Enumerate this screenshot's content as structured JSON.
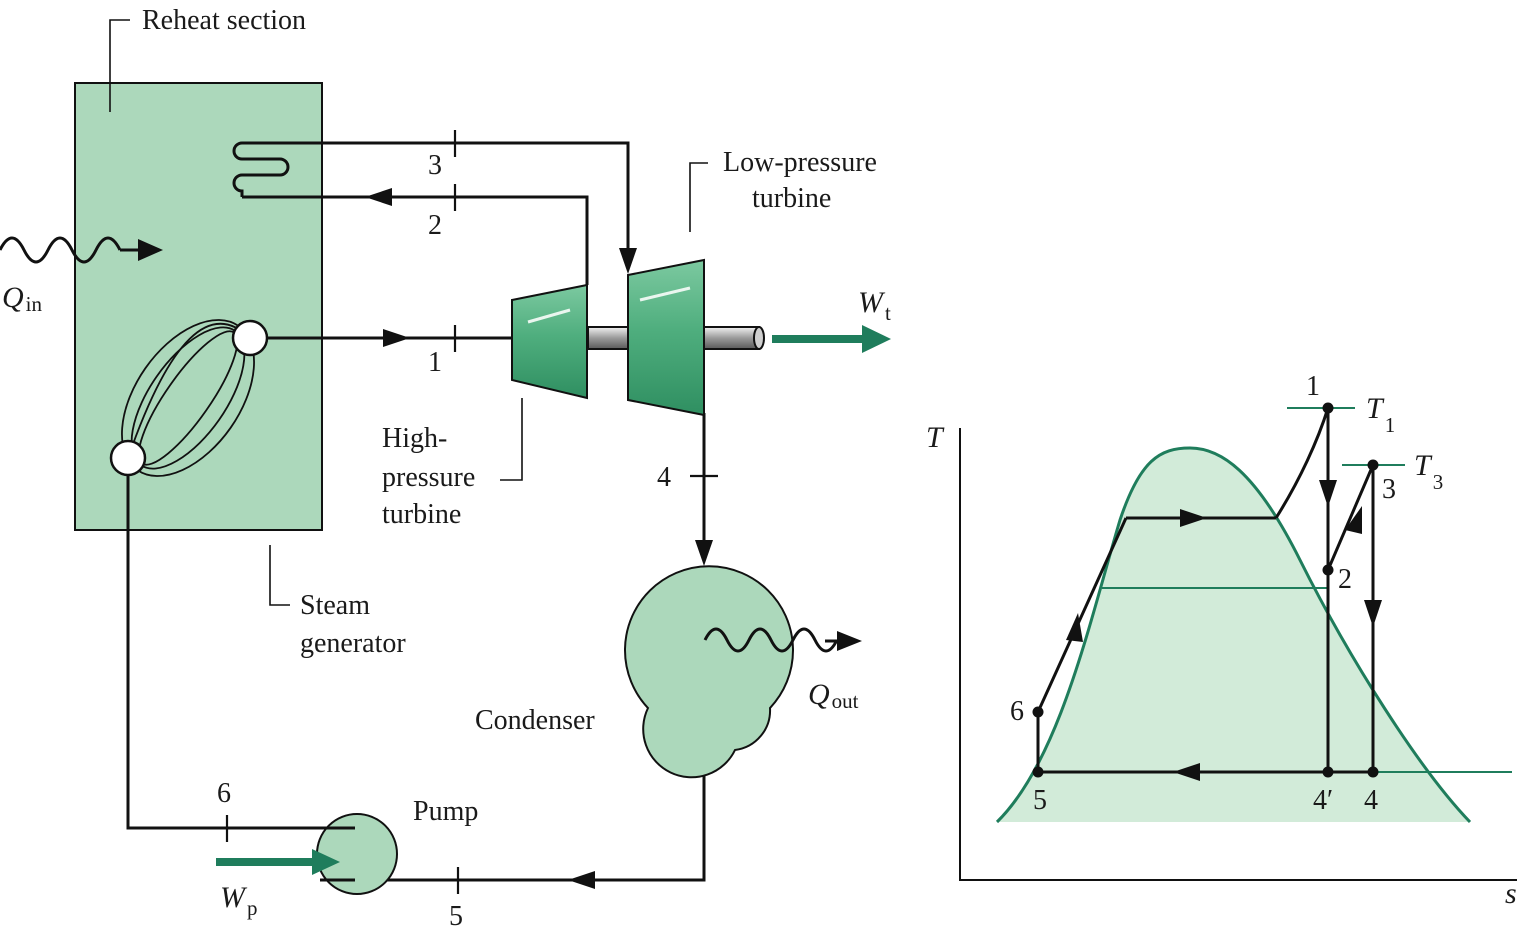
{
  "labels": {
    "reheat_section": "Reheat section",
    "low_pressure_turbine_line1": "Low-pressure",
    "low_pressure_turbine_line2": "turbine",
    "high_pressure_turbine_line1": "High-",
    "high_pressure_turbine_line2": "pressure",
    "high_pressure_turbine_line3": "turbine",
    "steam_generator_line1": "Steam",
    "steam_generator_line2": "generator",
    "condenser": "Condenser",
    "pump": "Pump"
  },
  "symbols": {
    "q_in": {
      "main": "Q",
      "sub": "in"
    },
    "q_out": {
      "main": "Q",
      "sub": "out"
    },
    "w_t": {
      "main": "W",
      "sub": "t"
    },
    "w_p": {
      "main": "W",
      "sub": "p"
    }
  },
  "states": {
    "s1": "1",
    "s2": "2",
    "s3": "3",
    "s4": "4",
    "s5": "5",
    "s6": "6"
  },
  "ts_diagram": {
    "y_axis": "T",
    "x_axis": "s",
    "t1": {
      "main": "T",
      "sub": "1"
    },
    "t3": {
      "main": "T",
      "sub": "3"
    },
    "points": {
      "p1": "1",
      "p2": "2",
      "p3": "3",
      "p4": "4",
      "p4prime": "4′",
      "p5": "5",
      "p6": "6"
    }
  },
  "colors": {
    "equipment_fill": "#acd8bb",
    "turbine_green": "#5fb88a",
    "work_arrow": "#1f7d5c",
    "dome_line": "#1f7d5c",
    "dome_fill": "#d2ebd9",
    "ink": "#111111"
  }
}
